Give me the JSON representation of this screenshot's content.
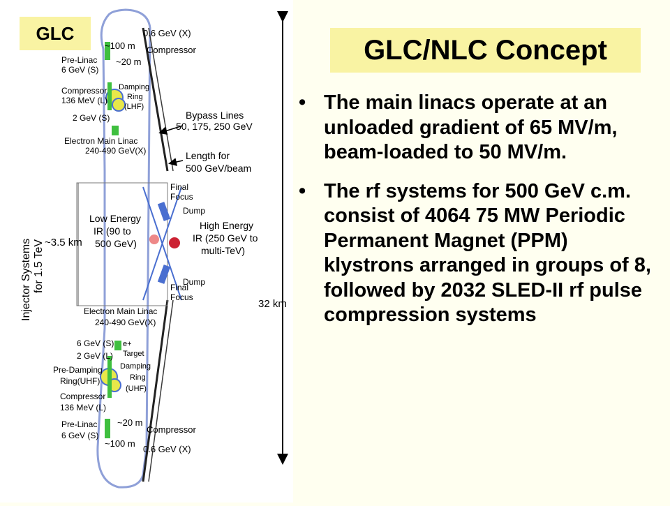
{
  "badge": "GLC",
  "title": "GLC/NLC Concept",
  "bullets": [
    "The main linacs operate at an unloaded gradient of 65 MV/m, beam-loaded to 50 MV/m.",
    "The rf systems for 500 GeV c.m. consist of 4064 75 MW Periodic Permanent Magnet (PPM) klystrons arranged in groups of 8, followed by 2032 SLED-II rf pulse compression systems"
  ],
  "diagram": {
    "top": {
      "len_100": "~100 m",
      "len_20": "~20 m",
      "pre_linac_1": "Pre-Linac",
      "pre_linac_2": "6 GeV (S)",
      "gev06_x": "0.6 GeV (X)",
      "compressor": "Compressor",
      "comp136_1": "Compressor",
      "comp136_2": "136 MeV (L)",
      "damping_1": "Damping",
      "damping_2": "Ring",
      "damping_3": "(LHF)",
      "gev2s": "2 GeV (S)",
      "bypass_1": "Bypass Lines",
      "bypass_2": "50, 175, 250 GeV",
      "eml_1": "Electron Main Linac",
      "eml_2": "240-490 GeV(X)",
      "length_1": "Length for",
      "length_2": "500 GeV/beam",
      "final_1": "Final",
      "final_2": "Focus"
    },
    "ir": {
      "dump_top": "Dump",
      "low_1": "Low Energy",
      "low_2": "IR (90 to",
      "low_3": "500 GeV)",
      "high_1": "High Energy",
      "high_2": "IR (250 GeV to",
      "high_3": "multi-TeV)",
      "dump_bottom": "Dump",
      "km35": "~3.5 km"
    },
    "injector_1": "Injector Systems",
    "injector_2": "for 1.5 TeV",
    "km32": "32 km",
    "bottom": {
      "final_1": "Final",
      "final_2": "Focus",
      "eml_1": "Electron Main Linac",
      "eml_2": "240-490 GeV(X)",
      "gev6s": "6 GeV (S)",
      "eplus": "e+",
      "target": "Target",
      "gev2l": "2 GeV (L)",
      "pre_damp_1": "Pre-Damping",
      "pre_damp_2": "Ring(UHF)",
      "damping_1": "Damping",
      "damping_2": "Ring",
      "damping_3": "(UHF)",
      "comp136_1": "Compressor",
      "comp136_2": "136 MeV (L)",
      "pre_linac_1": "Pre-Linac",
      "pre_linac_2": "6 GeV (S)",
      "len_20": "~20 m",
      "compressor": "Compressor",
      "len_100": "~100 m",
      "gev06_x": "0.6 GeV (X)"
    }
  },
  "colors": {
    "background": "#fffff0",
    "title_box": "#f9f3a3",
    "linac_green": "#3fbf3f",
    "ring_yellow": "#e8e84a",
    "ring_blue": "#4a6fd0",
    "ir_red": "#cc2233",
    "outline_blue": "#8fa0d8"
  }
}
